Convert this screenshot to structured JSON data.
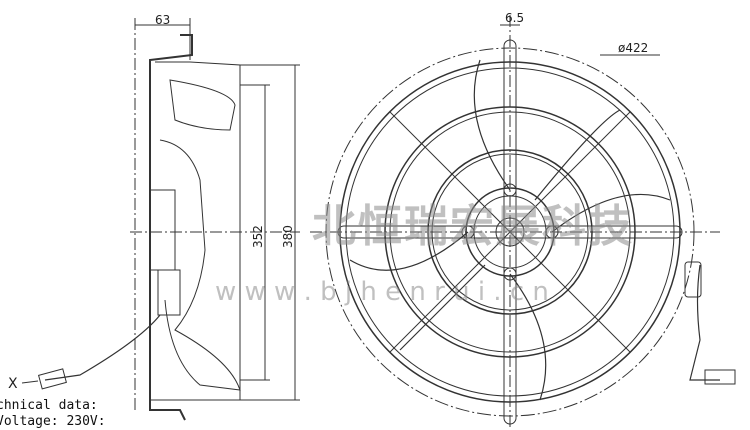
{
  "drawing": {
    "side_view": {
      "dim_depth": "63",
      "dim_inner": "352",
      "dim_outer": "380",
      "view_marker": "X"
    },
    "front_view": {
      "dim_offset": "6.5",
      "dim_diameter": "ø422"
    },
    "technical_data": {
      "heading": "chnical data:",
      "voltage": "Voltage: 230V:"
    },
    "watermark": {
      "company": "北恒瑞宏展科技",
      "url": "w w w . b j h e n r u i . c n"
    }
  }
}
